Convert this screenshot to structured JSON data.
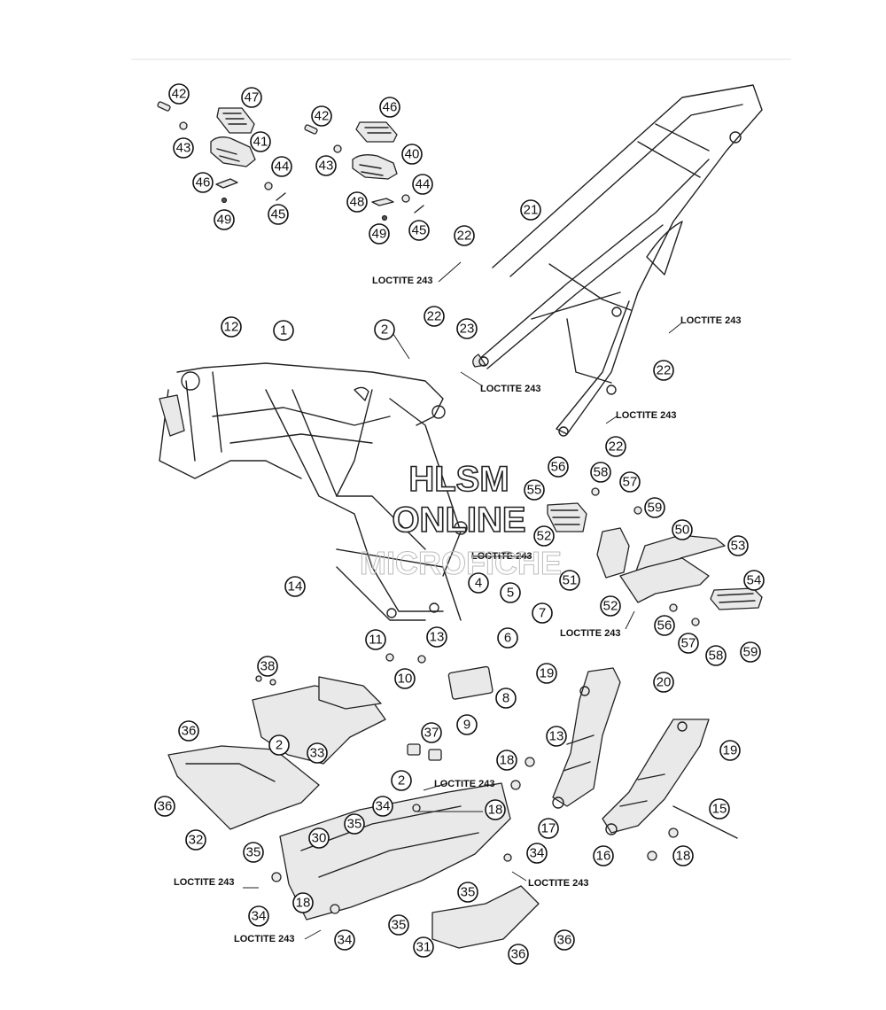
{
  "callouts": [
    "42",
    "47",
    "41",
    "43",
    "44",
    "46",
    "45",
    "49",
    "42",
    "46",
    "43",
    "40",
    "48",
    "44",
    "49",
    "45",
    "22",
    "21",
    "12",
    "1",
    "2",
    "22",
    "23",
    "22",
    "22",
    "56",
    "58",
    "57",
    "59",
    "55",
    "52",
    "50",
    "53",
    "54",
    "51",
    "52",
    "56",
    "57",
    "58",
    "59",
    "14",
    "4",
    "5",
    "7",
    "6",
    "11",
    "13",
    "10",
    "8",
    "9",
    "38",
    "19",
    "20",
    "13",
    "19",
    "36",
    "2",
    "33",
    "37",
    "18",
    "2",
    "34",
    "18",
    "36",
    "32",
    "35",
    "30",
    "35",
    "17",
    "15",
    "16",
    "18",
    "34",
    "35",
    "34",
    "18",
    "35",
    "31",
    "36",
    "36",
    "34"
  ],
  "loctite_labels": [
    "LOCTITE 243",
    "LOCTITE 243",
    "LOCTITE 243",
    "LOCTITE 243",
    "LOCTITE 243",
    "LOCTITE 243",
    "LOCTITE 243",
    "LOCTITE 243",
    "LOCTITE 243",
    "LOCTITE 243"
  ],
  "watermark": {
    "line1": "HLSM",
    "line2": "ONLINE",
    "line3": "MICROFICHE"
  }
}
